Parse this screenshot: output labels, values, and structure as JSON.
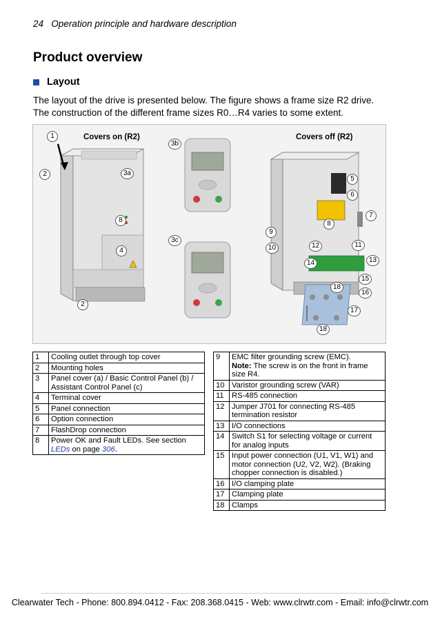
{
  "header": {
    "page_number": "24",
    "section": "Operation principle and hardware description"
  },
  "title": "Product overview",
  "subtitle": "Layout",
  "intro": {
    "line1": "The layout of the drive is presented below. The figure shows a frame size R2 drive.",
    "line2": "The construction of the different frame sizes R0…R4 varies to some extent."
  },
  "figure": {
    "label_left": "Covers on (R2)",
    "label_right": "Covers off (R2)",
    "callouts": {
      "c1": "1",
      "c2a": "2",
      "c2b": "2",
      "c3a": "3a",
      "c3b": "3b",
      "c3c": "3c",
      "c4": "4",
      "c8a": "8",
      "c5": "5",
      "c6": "6",
      "c7": "7",
      "c8b": "8",
      "c9": "9",
      "c10": "10",
      "c11": "11",
      "c12": "12",
      "c13": "13",
      "c14": "14",
      "c15": "15",
      "c16": "16",
      "c17": "17",
      "c18a": "18",
      "c18b": "18"
    }
  },
  "table_left": [
    {
      "num": "1",
      "text": "Cooling outlet through top cover"
    },
    {
      "num": "2",
      "text": "Mounting holes"
    },
    {
      "num": "3",
      "text": "Panel cover (a) / Basic Control Panel (b) / Assistant Control Panel (c)"
    },
    {
      "num": "4",
      "text": "Terminal cover"
    },
    {
      "num": "5",
      "text": "Panel connection"
    },
    {
      "num": "6",
      "text": "Option connection"
    },
    {
      "num": "7",
      "text": "FlashDrop connection"
    },
    {
      "num": "8",
      "text": "Power OK and Fault LEDs. See section",
      "link": "LEDs",
      "mid": " on page ",
      "page": "306",
      "end": "."
    }
  ],
  "table_right": [
    {
      "num": "9",
      "text": "EMC filter grounding screw (EMC).",
      "note_label": "Note:",
      "note": " The screw is on the front in frame size R4."
    },
    {
      "num": "10",
      "text": "Varistor grounding screw (VAR)"
    },
    {
      "num": "11",
      "text": "RS-485 connection"
    },
    {
      "num": "12",
      "text": "Jumper J701 for connecting RS-485 termination resistor"
    },
    {
      "num": "13",
      "text": "I/O connections"
    },
    {
      "num": "14",
      "text": "Switch S1 for selecting voltage or current for analog inputs"
    },
    {
      "num": "15",
      "text": "Input power connection (U1, V1, W1) and motor connection (U2, V2, W2). (Braking chopper connection is disabled.)"
    },
    {
      "num": "16",
      "text": "I/O clamping plate"
    },
    {
      "num": "17",
      "text": "Clamping plate"
    },
    {
      "num": "18",
      "text": "Clamps"
    }
  ],
  "footer": "Clearwater Tech - Phone: 800.894.0412 - Fax: 208.368.0415 - Web: www.clrwtr.com - Email: info@clrwtr.com"
}
